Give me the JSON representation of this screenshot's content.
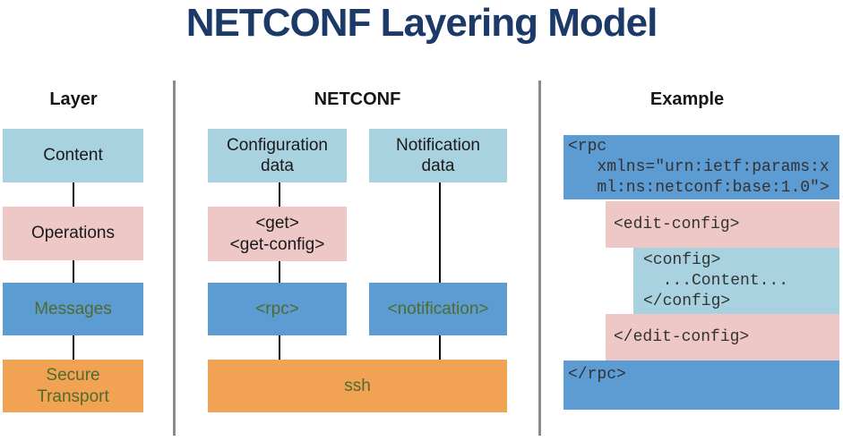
{
  "title": "NETCONF Layering Model",
  "palette": {
    "title_navy": "#1b3a68",
    "content_light_blue": "#a9d2e0",
    "operations_pink": "#eec7c7",
    "messages_blue": "#5d9bd3",
    "transport_orange": "#f1a252",
    "olive_text": "#4f6b2e",
    "divider_gray": "#8a8a8a",
    "connector_black": "#0a0a0a"
  },
  "layer_column": {
    "header": "Layer",
    "boxes": [
      {
        "label": "Content"
      },
      {
        "label": "Operations"
      },
      {
        "label": "Messages"
      },
      {
        "lines": [
          "Secure",
          "Transport"
        ]
      }
    ]
  },
  "netconf_column": {
    "header": "NETCONF",
    "boxes": [
      {
        "lines": [
          "Configuration",
          "data"
        ]
      },
      {
        "lines": [
          "Notification",
          "data"
        ]
      },
      {
        "lines": [
          "<get>",
          "<get-config>"
        ]
      },
      {
        "label": "<rpc>"
      },
      {
        "label": "<notification>"
      },
      {
        "label": "ssh"
      }
    ]
  },
  "example_column": {
    "header": "Example",
    "blocks": [
      {
        "lines": [
          "<rpc",
          "   xmlns=\"urn:ietf:params:x",
          "   ml:ns:netconf:base:1.0\">"
        ]
      },
      {
        "lines": [
          "<edit-config>"
        ]
      },
      {
        "lines": [
          "<config>",
          "  ...Content...",
          "</config>"
        ]
      },
      {
        "lines": [
          "</edit-config>"
        ]
      },
      {
        "lines": [
          "</rpc>"
        ]
      }
    ]
  }
}
